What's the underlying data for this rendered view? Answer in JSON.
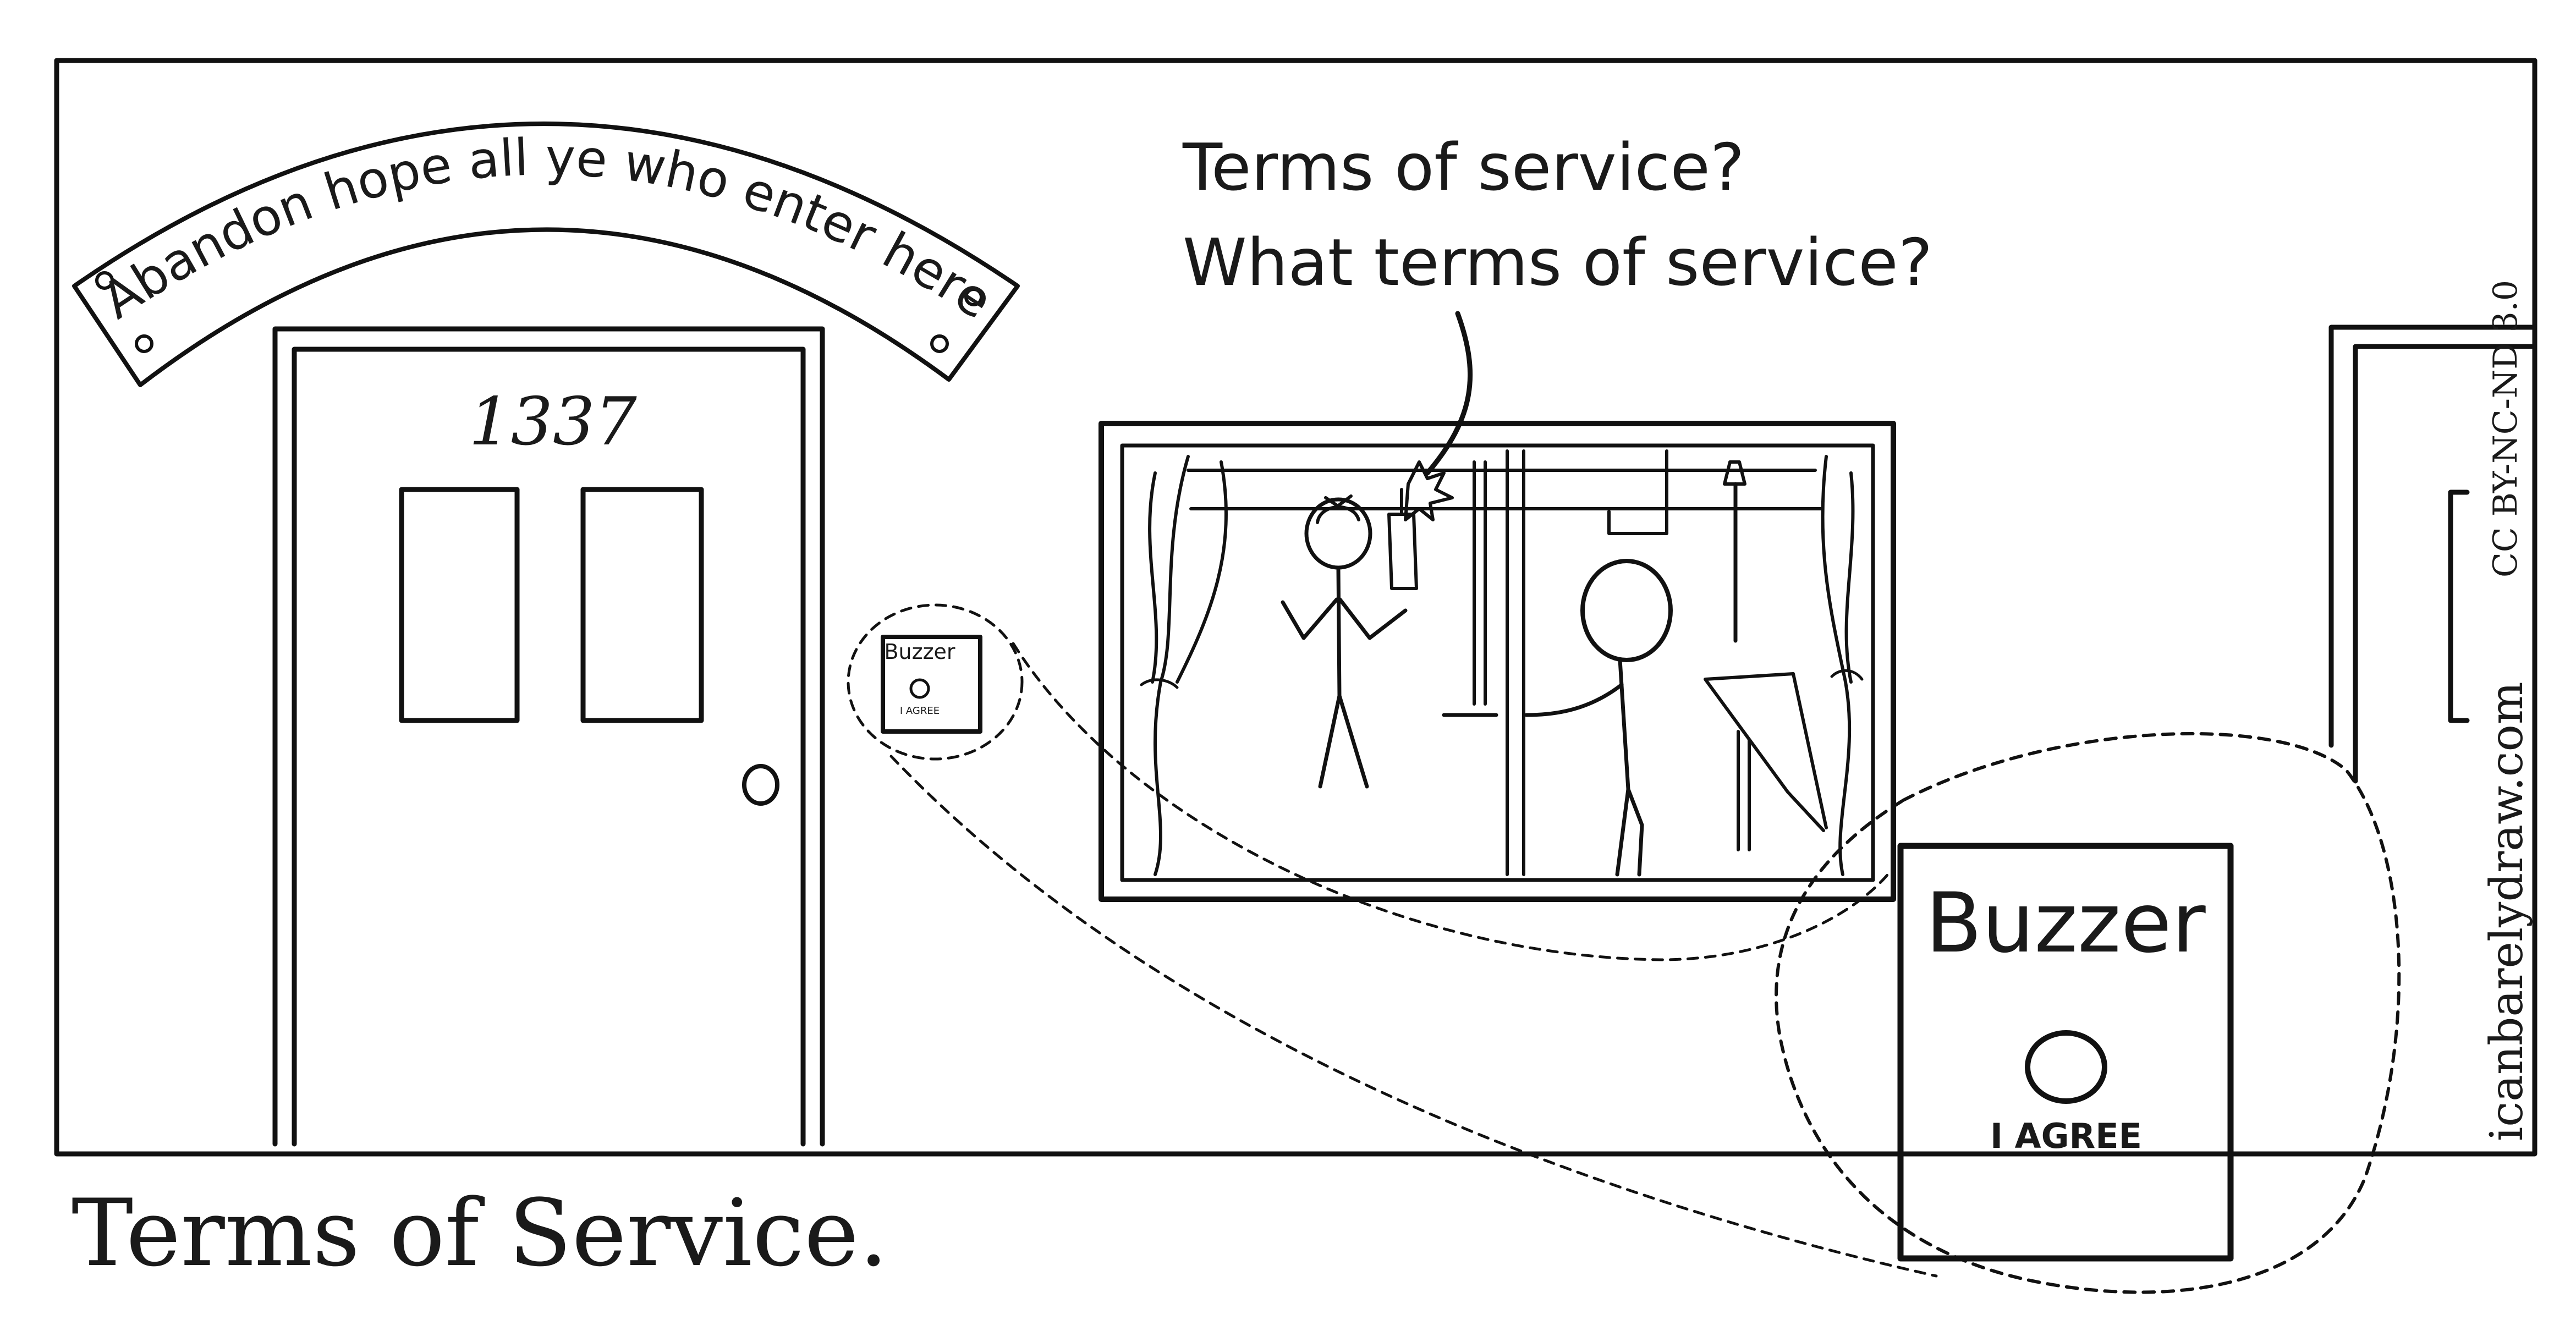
{
  "sign": {
    "text": "Abandon hope all ye who enter here"
  },
  "door": {
    "number": "1337"
  },
  "speech": {
    "line1": "Terms of service?",
    "line2": "What terms of service?"
  },
  "buzzer_small": {
    "title": "Buzzer",
    "caption": "I AGREE"
  },
  "buzzer_zoom": {
    "title": "Buzzer",
    "caption": "I AGREE"
  },
  "credits": {
    "site": "icanbarelydraw.com",
    "license": "CC BY-NC-ND 3.0"
  },
  "caption": {
    "text": "Terms of Service."
  },
  "icons": [
    "door-knob-icon",
    "stick-figure-woman-icon",
    "stick-figure-man-icon",
    "lamp-icon",
    "buzzer-button-icon"
  ]
}
